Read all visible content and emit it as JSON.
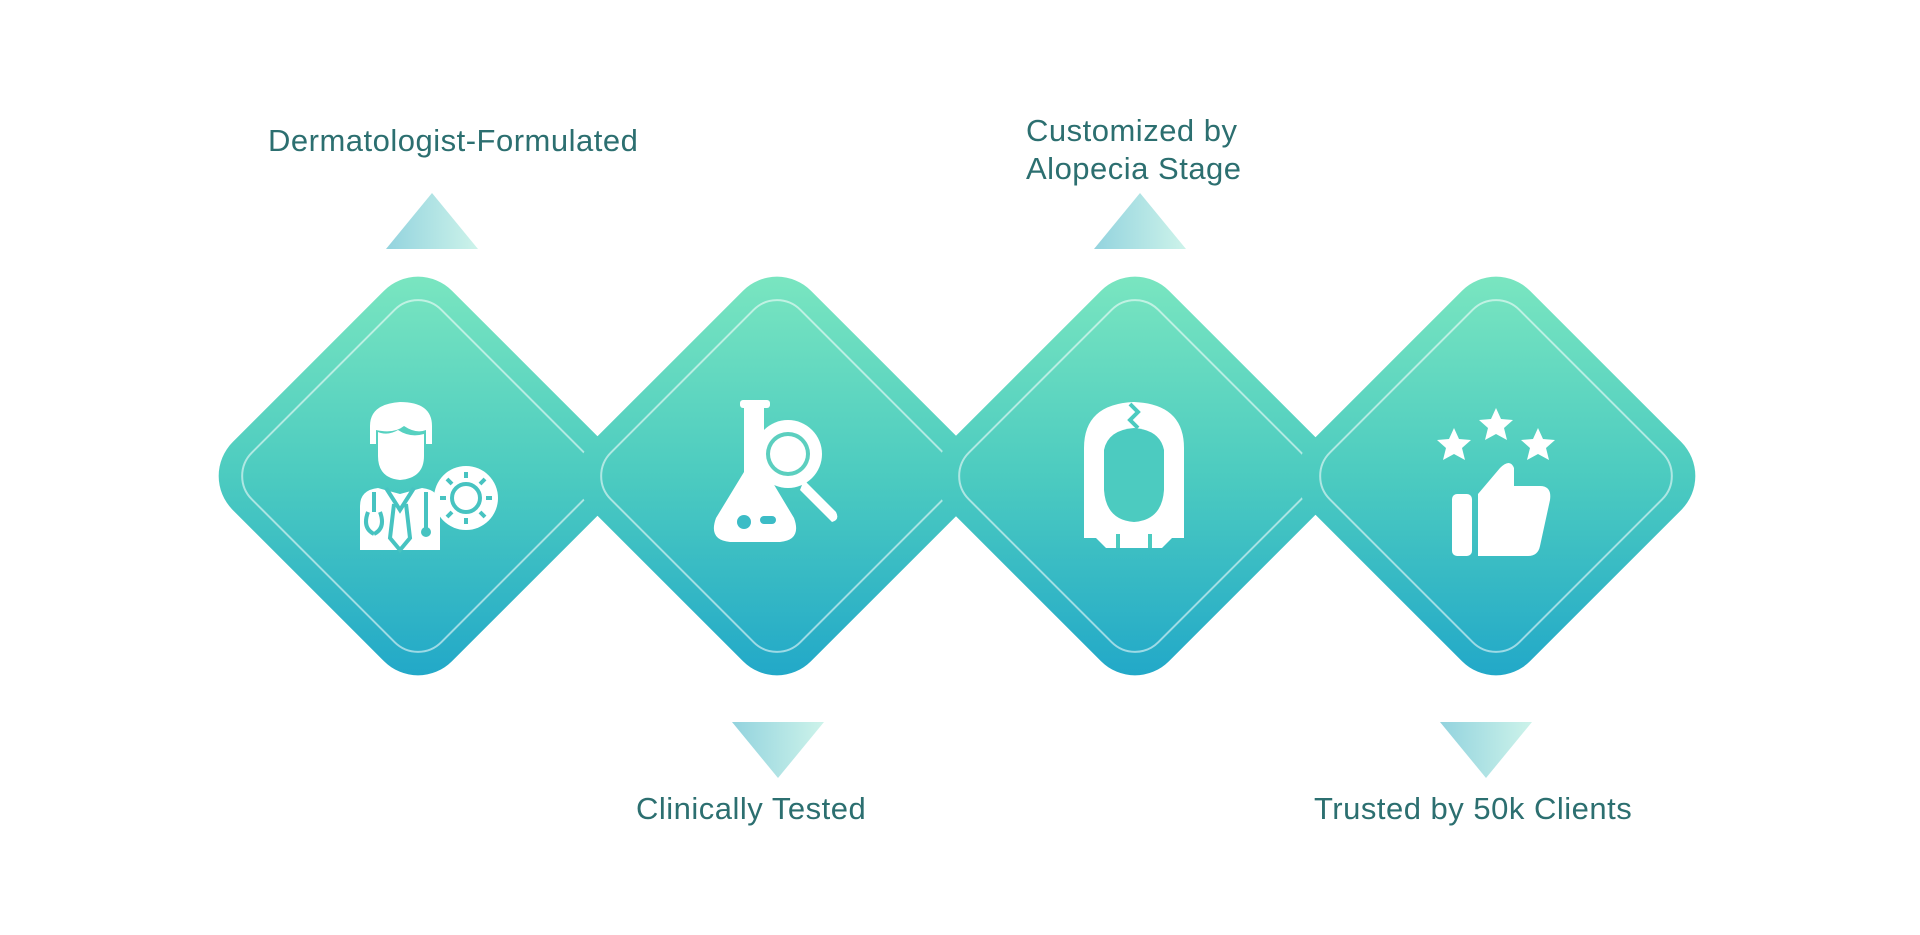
{
  "features": [
    {
      "label_lines": [
        "Dermatologist-Formulated"
      ],
      "icon": "doctor-virus-icon",
      "arrow": "up"
    },
    {
      "label_lines": [
        "Clinically Tested"
      ],
      "icon": "flask-magnifier-icon",
      "arrow": "down"
    },
    {
      "label_lines": [
        "Customized by",
        "Alopecia Stage"
      ],
      "icon": "hair-loss-head-icon",
      "arrow": "up"
    },
    {
      "label_lines": [
        "Trusted by 50k Clients"
      ],
      "icon": "thumbs-up-stars-icon",
      "arrow": "down"
    }
  ],
  "colors": {
    "gradient_top": "#7ee8c0",
    "gradient_bottom": "#1ea5c9",
    "text": "#2c6f70",
    "triangle_left": "#93d3de",
    "triangle_right": "#cdf3ea"
  }
}
